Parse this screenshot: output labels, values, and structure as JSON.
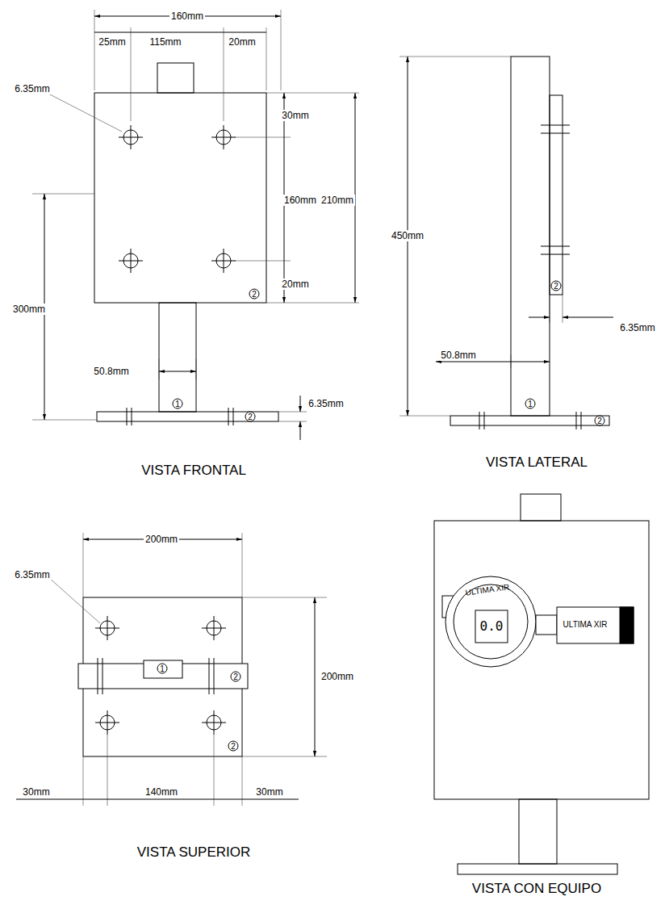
{
  "diagram": {
    "labels": [
      "160mm",
      "25mm",
      "115mm",
      "20mm",
      "6.35mm",
      "30mm",
      "160mm",
      "210mm",
      "20mm",
      "2",
      "300mm",
      "50.8mm",
      "1",
      "2",
      "6.35mm",
      "VISTA FRONTAL",
      "450mm",
      "2",
      "6.35mm",
      "50.8mm",
      "1",
      "2",
      "VISTA LATERAL",
      "200mm",
      "6.35mm",
      "1",
      "2",
      "200mm",
      "2",
      "30mm",
      "140mm",
      "30mm",
      "VISTA SUPERIOR",
      "ULTIMA XIR",
      "0.0",
      "ULTIMA XIR",
      "VISTA CON EQUIPO"
    ]
  }
}
